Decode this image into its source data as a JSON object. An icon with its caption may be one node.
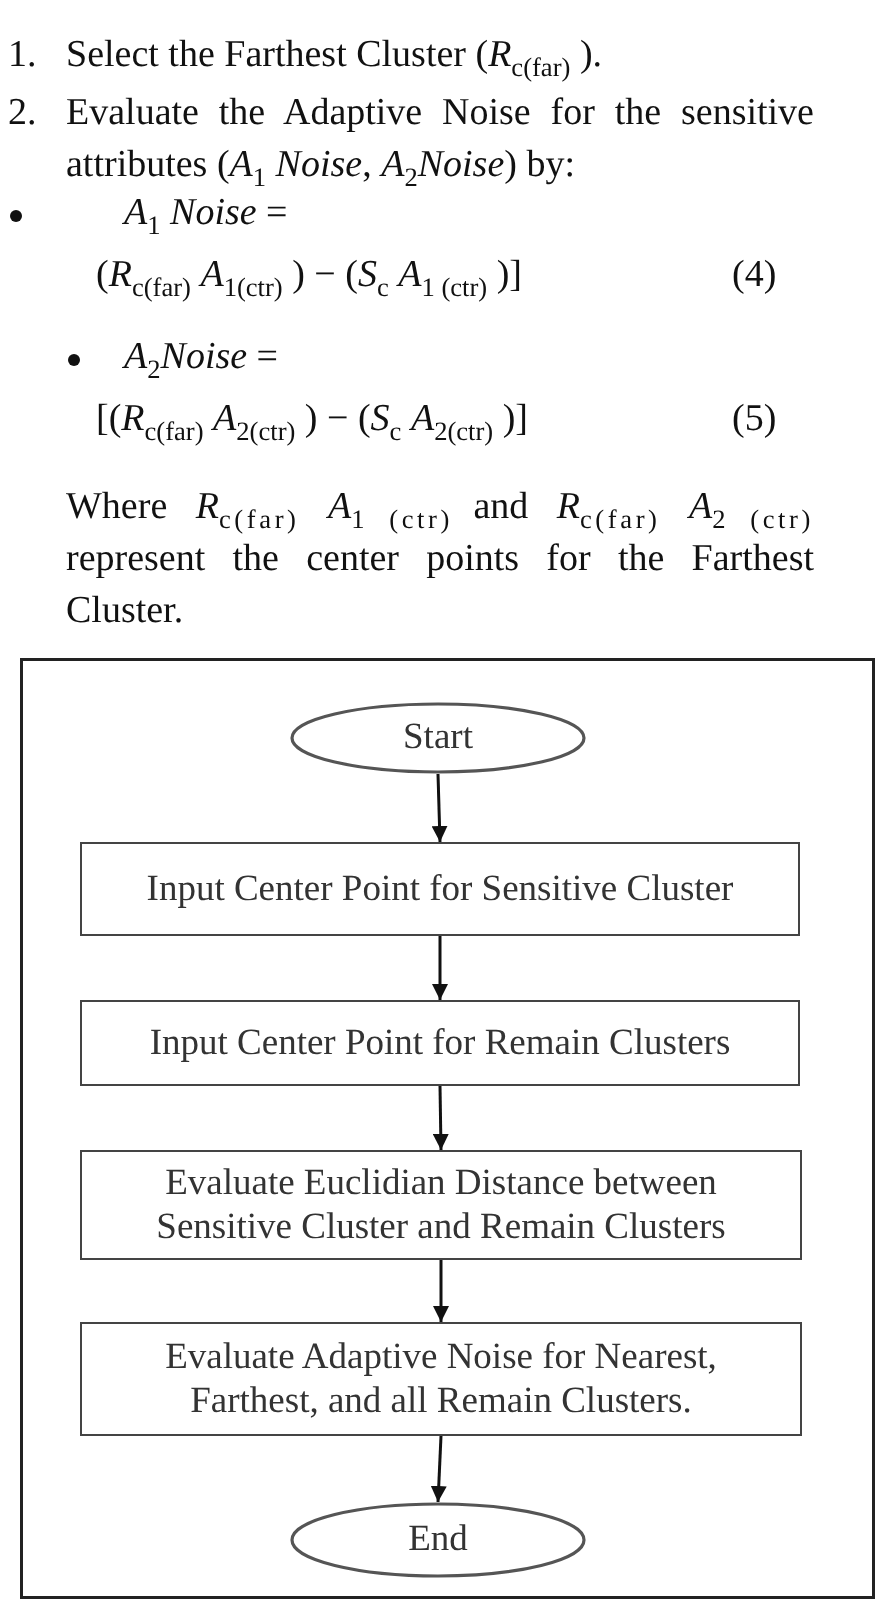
{
  "diagram": {
    "nodes": [
      {
        "text": [
          "Start"
        ]
      },
      {
        "text": [
          "Input Center Point for Sensitive Cluster"
        ]
      },
      {
        "text": [
          "Input Center Point for Remain Clusters"
        ]
      },
      {
        "text": [
          "Evaluate Euclidian Distance between Sensitive Cluster and Remain Clusters"
        ]
      },
      {
        "text": [
          "Evaluate Adaptive Noise for Nearest, Farthest, and all Remain Clusters."
        ]
      },
      {
        "text": [
          "End"
        ]
      }
    ],
    "edges": [
      {
        "from": 0,
        "to": 1,
        "arrow": "to"
      },
      {
        "from": 1,
        "to": 2,
        "arrow": "to"
      },
      {
        "from": 2,
        "to": 3,
        "arrow": "to"
      },
      {
        "from": 3,
        "to": 4,
        "arrow": "to"
      },
      {
        "from": 4,
        "to": 5,
        "arrow": "to"
      }
    ],
    "labels": [
      "1.",
      "Select the Farthest Cluster (*R*$_{c(far)}$ ).",
      "2.",
      "Evaluate the Adaptive Noise for the sensitive attributes (*A*$_{1}$ *Noise*, *A*$_{2}$*Noise*) by:",
      "*A*$_{1}$ *Noise* =",
      "(*R*$_{c(far)}$ *A*$_{1(ctr)}$ ) − (*S*$_{c}$ *A*$_{1 (ctr)}$ )]",
      "(4)",
      "*A*$_{2}$*Noise* =",
      "[(*R*$_{c(far)}$ *A*$_{2(ctr)}$ ) − (*S*$_{c}$ *A*$_{2(ctr)}$ )]",
      "(5)",
      "Where *R*$_{c(far)}$ *A*$_{1 (ctr)}$ and *R*$_{c(far)}$ *A*$_{2 (ctr)}$ represent the center points for the Farthest Cluster."
    ]
  }
}
